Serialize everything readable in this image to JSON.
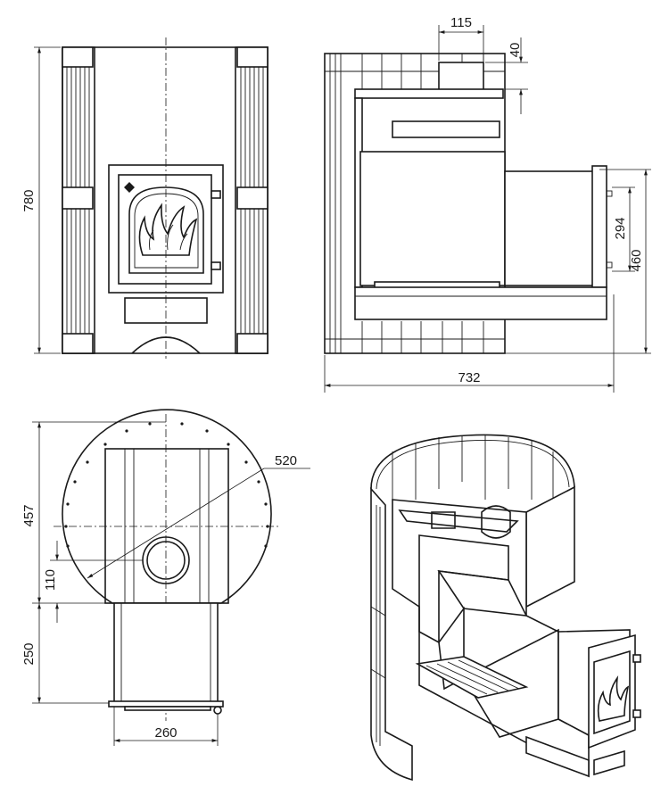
{
  "dimensions": {
    "height_total": "780",
    "chimney_offset": "115",
    "top_gap": "40",
    "door_height": "294",
    "tunnel_height": "460",
    "total_depth": "732",
    "diameter": "520",
    "body_depth": "457",
    "flue_offset": "110",
    "tunnel_length": "250",
    "tunnel_width": "260"
  },
  "colors": {
    "line": "#1a1a1a",
    "background": "#ffffff"
  }
}
